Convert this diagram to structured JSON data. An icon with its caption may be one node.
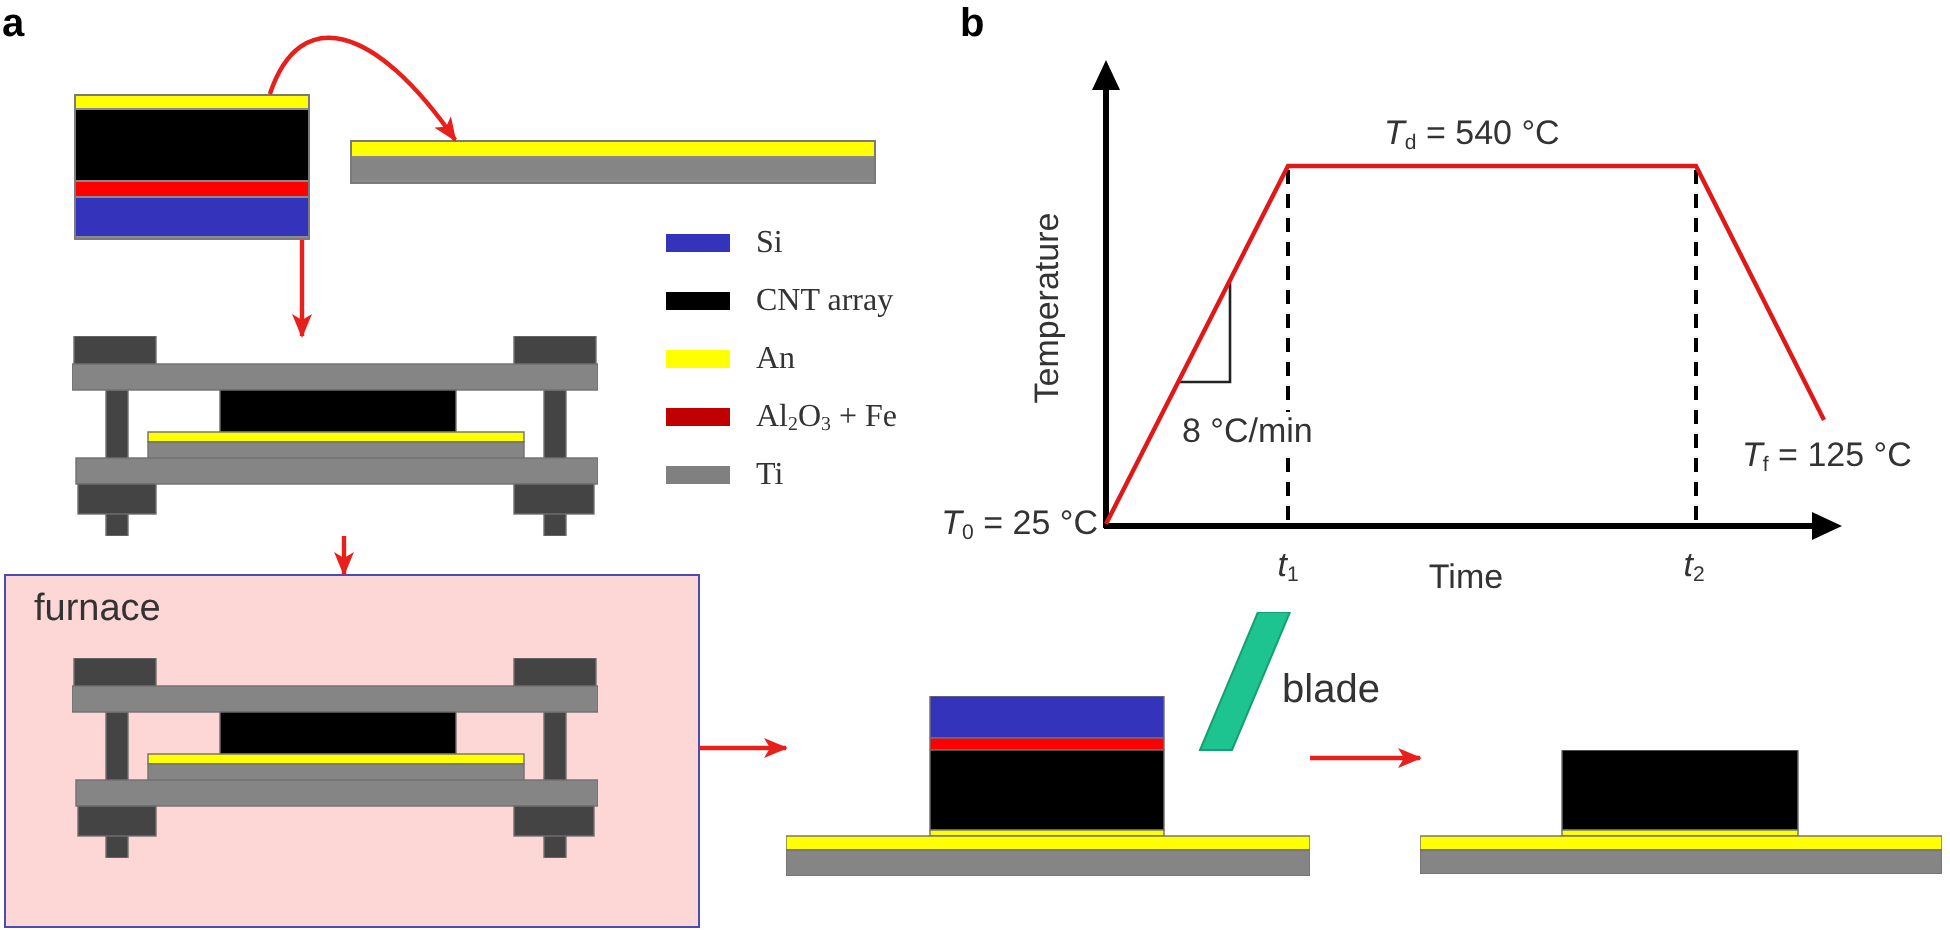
{
  "diagram": {
    "nodes": [
      {
        "text": [],
        "shape": "box"
      },
      {
        "text": [],
        "shape": "bar"
      },
      {
        "text": [],
        "shape": "picture"
      },
      {
        "text": [
          "furnace"
        ]
      },
      {
        "text": [],
        "shape": "picture",
        "in": 3
      },
      {
        "text": [],
        "shape": "picture"
      },
      {
        "text": [],
        "shape": "picture"
      }
    ],
    "edges": [
      {
        "from": 0,
        "to": 1,
        "arrow": "to"
      },
      {
        "from": 0,
        "to": 2,
        "arrow": "to"
      },
      {
        "from": 2,
        "to": 3,
        "arrow": "to"
      },
      {
        "from": 3,
        "to": 5,
        "arrow": "to"
      },
      {
        "from": 5,
        "to": 6,
        "arrow": "to"
      }
    ],
    "labels": [
      "a",
      "b",
      "Temperature",
      "*T*$_{d}$ = 540 °C",
      "8 °C/min",
      "*T*$_{f}$ = 125 °C",
      "*T*$_{0}$ = 25 °C",
      "*t*$_{1}$",
      "Time",
      "*t*$_{2}$",
      "blade"
    ],
    "legend": [
      {
        "text": "Si",
        "color": "#3333bb"
      },
      {
        "text": "CNT array",
        "color": "#000000"
      },
      {
        "text": "An",
        "color": "#ffff00"
      },
      {
        "text": "Al$_{2}$O$_{3}$ + Fe",
        "color": "#c00000"
      },
      {
        "text": "Ti",
        "color": "#808080"
      }
    ]
  }
}
